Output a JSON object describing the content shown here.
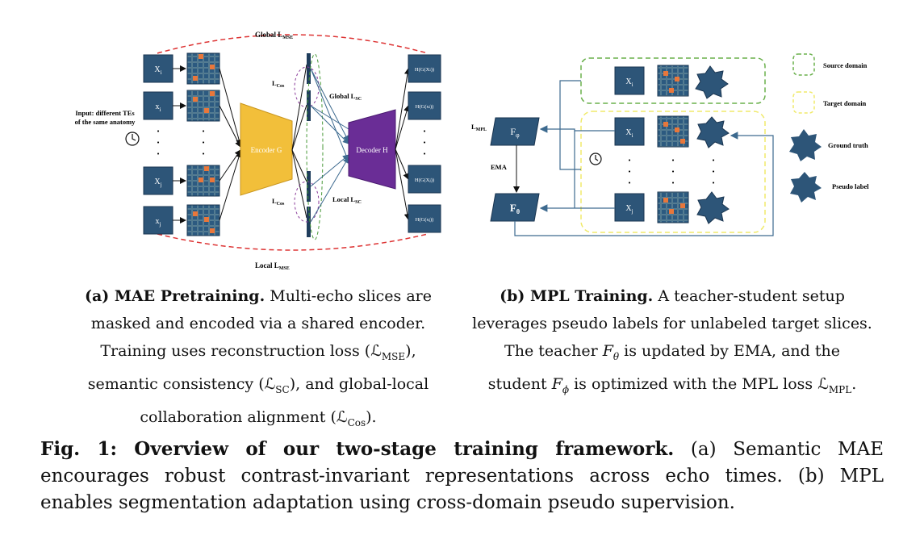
{
  "panel_a": {
    "global_mse": "Global L",
    "global_mse_sub": "MSE",
    "local_mse": "Local L",
    "local_mse_sub": "MSE",
    "input_label_1": "Input: different TEs",
    "input_label_2": "of the same anatomy",
    "inputs": [
      "X",
      "x",
      "X",
      "x"
    ],
    "input_subs": [
      "i",
      "i",
      "j",
      "j"
    ],
    "encoder": "Encoder G",
    "decoder": "Decoder H",
    "lcos_top": "L",
    "lcos_bottom": "L",
    "lcos_sub": "Cos",
    "global_sc": "Global L",
    "local_sc": "Local L",
    "sc_sub": "SC",
    "outputs": [
      "H(G(X",
      "H(G(x",
      "H(G(X",
      "H(G(x"
    ],
    "output_subs": [
      "i",
      "i",
      "j",
      "j"
    ],
    "output_tail": "))"
  },
  "panel_b": {
    "lmpl": "L",
    "lmpl_sub": "MPL",
    "f_phi": "F",
    "f_phi_sub": "φ",
    "f_theta": "F",
    "f_theta_sub": "θ",
    "ema": "EMA",
    "source_input": "X",
    "source_sub": "i",
    "target_inputs": [
      "X",
      "X"
    ],
    "target_subs": [
      "i",
      "j"
    ],
    "legend": [
      "Source domain",
      "Target domain",
      "Ground truth",
      "Pseudo label"
    ]
  },
  "captions": {
    "a_bold": "(a) MAE Pretraining.",
    "a_lines": [
      " Multi-echo slices are",
      "masked and encoded via a shared encoder.",
      "Training uses reconstruction loss (ℒ",
      "semantic consistency (ℒ",
      "collaboration alignment (ℒ"
    ],
    "a_subs": [
      "MSE",
      "SC",
      "Cos"
    ],
    "a_tails": [
      "),",
      "), and global-local",
      ")."
    ],
    "b_bold": "(b) MPL Training.",
    "b_lines": [
      " A teacher-student setup",
      "leverages pseudo labels for unlabeled target slices.",
      "The teacher ",
      " is updated by EMA, and the",
      "student ",
      " is optimized with the MPL loss ℒ"
    ],
    "b_math": [
      "F",
      "θ",
      "F",
      "ϕ",
      "MPL",
      "."
    ]
  },
  "figure_caption": {
    "bold": "Fig. 1: Overview of our two-stage training framework.",
    "text": " (a) Semantic MAE encourages robust contrast-invariant representations across echo times. (b) MPL enables segmentation adaptation using cross-domain pseudo supervision."
  }
}
